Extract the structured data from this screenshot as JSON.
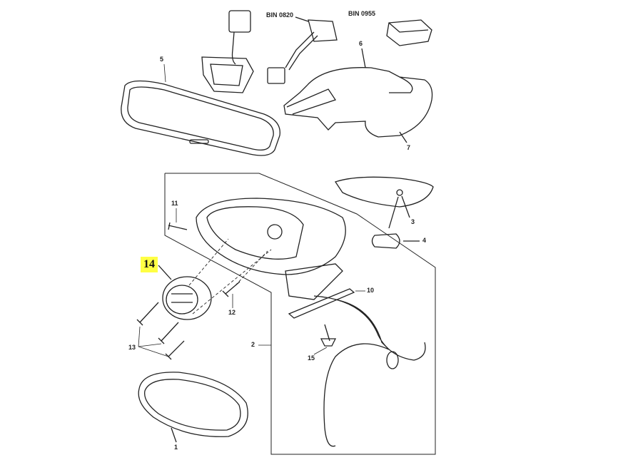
{
  "diagram": {
    "bin_labels": [
      "BIN 0820",
      "BIN 0955"
    ],
    "part_numbers": {
      "p1": "1",
      "p2": "2",
      "p3": "3",
      "p4": "4",
      "p5": "5",
      "p6": "6",
      "p7": "7",
      "p10": "10",
      "p11": "11",
      "p12": "12",
      "p13": "13",
      "p14": "14",
      "p15": "15"
    },
    "highlight_color": "#ffff44"
  }
}
